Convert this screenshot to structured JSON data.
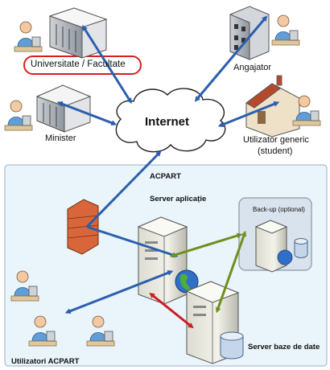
{
  "labels": {
    "universitate": "Universitate / Facultate",
    "angajator": "Angajator",
    "minister": "Minister",
    "internet": "Internet",
    "utilizator": "Utilizator generic",
    "student": "(student)",
    "acpart": "ACPART",
    "server_aplicatie": "Server aplicație",
    "backup": "Back-up (optional)",
    "server_baze": "Server baze de date",
    "utilizatori": "Utilizatori ACPART"
  },
  "colors": {
    "blue_link": "#2b5fad",
    "green_link": "#6f8f1e",
    "red_link": "#cc1f1f",
    "acpart_bg": "#e9f4fb",
    "highlight": "#d42020"
  }
}
